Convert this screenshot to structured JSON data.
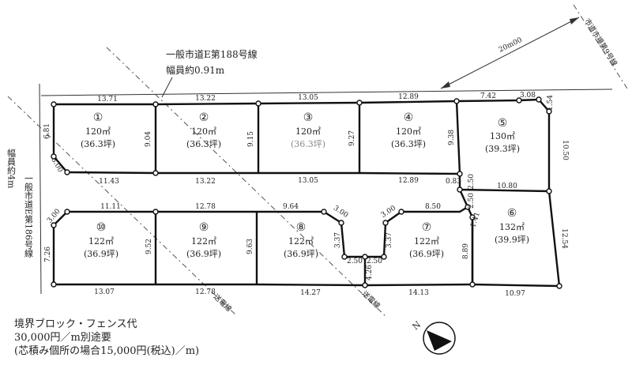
{
  "roads": {
    "top_name": "一般市道E第188号線",
    "top_width": "幅員約0.91m",
    "left_name": "一般市道E第186号線",
    "left_width": "幅員約4m",
    "right_name": "市道市場第9号線",
    "right_offset": "20m00"
  },
  "lines": {
    "diag_left": "送電線",
    "diag_center": "送電線"
  },
  "lots": [
    {
      "no": "①",
      "area": "120㎡",
      "tsubo": "(36.3坪)"
    },
    {
      "no": "②",
      "area": "120㎡",
      "tsubo": "(36.3坪)"
    },
    {
      "no": "③",
      "area": "120㎡",
      "tsubo": "(36.3坪)"
    },
    {
      "no": "④",
      "area": "120㎡",
      "tsubo": "(36.3坪)"
    },
    {
      "no": "⑤",
      "area": "130㎡",
      "tsubo": "(39.3坪)"
    },
    {
      "no": "⑥",
      "area": "132㎡",
      "tsubo": "(39.9坪)"
    },
    {
      "no": "⑦",
      "area": "122㎡",
      "tsubo": "(36.9坪)"
    },
    {
      "no": "⑧",
      "area": "122㎡",
      "tsubo": "(36.9坪)"
    },
    {
      "no": "⑨",
      "area": "122㎡",
      "tsubo": "(36.9坪)"
    },
    {
      "no": "⑩",
      "area": "122㎡",
      "tsubo": "(36.9坪)"
    }
  ],
  "dims": {
    "t1": "13.71",
    "t2": "13.22",
    "t3": "13.05",
    "t4": "12.89",
    "t5": "7.42",
    "t6": "3.08",
    "r154": "1.54",
    "r1050": "10.50",
    "r1254": "12.54",
    "v681": "6.81",
    "v300a": "3.00",
    "v904": "9.04",
    "v915": "9.15",
    "v927": "9.27",
    "v938": "9.38",
    "m1": "11.43",
    "m2": "13.22",
    "m3": "13.05",
    "m4": "12.89",
    "m5": "0.83",
    "m6": "10.80",
    "s250a": "2.50",
    "s250b": "2.50",
    "s141": "1.41",
    "l1": "11.11",
    "l2": "12.78",
    "l3": "9.64",
    "l4": "3.00",
    "l5": "3.00",
    "l6": "8.50",
    "v300b": "3.00",
    "v726": "7.26",
    "v952": "9.52",
    "v963": "9.63",
    "v337a": "3.37",
    "v337b": "3.37",
    "c250a": "2.50",
    "c250b": "2.50",
    "v426": "4.26",
    "v889": "8.89",
    "b1": "13.07",
    "b2": "12.78",
    "b3": "14.27",
    "b4": "14.13",
    "b5": "10.97"
  },
  "notes": [
    "境界ブロック・フェンス代",
    "30,000円／m別途要",
    "(芯積み個所の場合15,000円(税込)／m)"
  ],
  "compass_label": "N"
}
